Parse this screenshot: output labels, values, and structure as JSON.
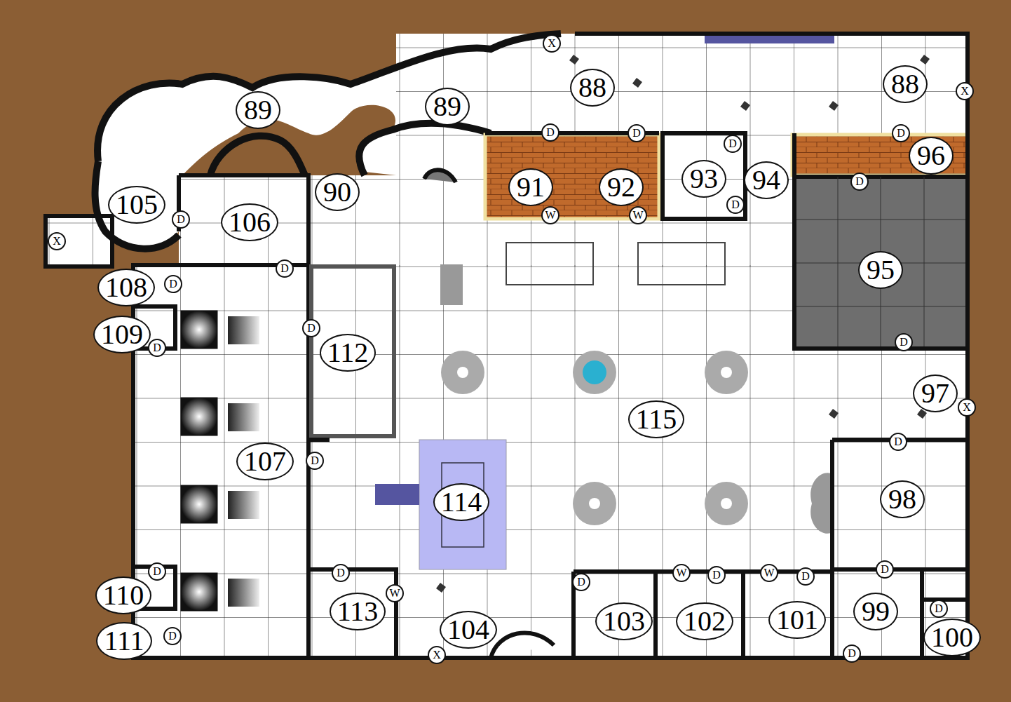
{
  "diagram": {
    "nodes": [
      {
        "text": [
          "X"
        ]
      },
      {
        "text": [
          "88"
        ]
      },
      {
        "text": [
          "88"
        ]
      },
      {
        "text": [
          "X"
        ]
      },
      {
        "text": [
          "89"
        ]
      },
      {
        "text": [
          "89"
        ]
      },
      {
        "text": [
          "D"
        ]
      },
      {
        "text": [
          "D"
        ]
      },
      {
        "text": [
          "D"
        ]
      },
      {
        "text": [
          "D"
        ]
      },
      {
        "text": [
          "96"
        ]
      },
      {
        "text": [
          "91"
        ]
      },
      {
        "text": [
          "92"
        ]
      },
      {
        "text": [
          "93"
        ]
      },
      {
        "text": [
          "94"
        ]
      },
      {
        "text": [
          "90"
        ]
      },
      {
        "text": [
          "D"
        ]
      },
      {
        "text": [
          "D"
        ]
      },
      {
        "text": [
          "105"
        ]
      },
      {
        "text": [
          "D"
        ]
      },
      {
        "text": [
          "106"
        ]
      },
      {
        "text": [
          "X"
        ]
      },
      {
        "text": [
          "W"
        ]
      },
      {
        "text": [
          "W"
        ]
      },
      {
        "text": [
          "D"
        ]
      },
      {
        "text": [
          "95"
        ]
      },
      {
        "text": [
          "108"
        ]
      },
      {
        "text": [
          "D"
        ]
      },
      {
        "text": [
          "D"
        ]
      },
      {
        "text": [
          "109"
        ]
      },
      {
        "text": [
          "D"
        ]
      },
      {
        "text": [
          "112"
        ]
      },
      {
        "text": [
          "D"
        ]
      },
      {
        "text": [
          "97"
        ]
      },
      {
        "text": [
          "X"
        ]
      },
      {
        "text": [
          "115"
        ]
      },
      {
        "text": [
          "D"
        ]
      },
      {
        "text": [
          "107"
        ]
      },
      {
        "text": [
          "D"
        ]
      },
      {
        "text": [
          "114"
        ]
      },
      {
        "text": [
          "98"
        ]
      },
      {
        "text": [
          "D"
        ]
      },
      {
        "text": [
          "D"
        ]
      },
      {
        "text": [
          "D"
        ]
      },
      {
        "text": [
          "W"
        ]
      },
      {
        "text": [
          "D"
        ]
      },
      {
        "text": [
          "W"
        ]
      },
      {
        "text": [
          "D"
        ]
      },
      {
        "text": [
          "110"
        ]
      },
      {
        "text": [
          "D"
        ]
      },
      {
        "text": [
          "W"
        ]
      },
      {
        "text": [
          "113"
        ]
      },
      {
        "text": [
          "D"
        ]
      },
      {
        "text": [
          "99"
        ]
      },
      {
        "text": [
          "103"
        ]
      },
      {
        "text": [
          "102"
        ]
      },
      {
        "text": [
          "101"
        ]
      },
      {
        "text": [
          "104"
        ]
      },
      {
        "text": [
          "100"
        ]
      },
      {
        "text": [
          "111"
        ]
      },
      {
        "text": [
          "D"
        ]
      },
      {
        "text": [
          "X"
        ]
      },
      {
        "text": [
          "D"
        ]
      }
    ]
  }
}
